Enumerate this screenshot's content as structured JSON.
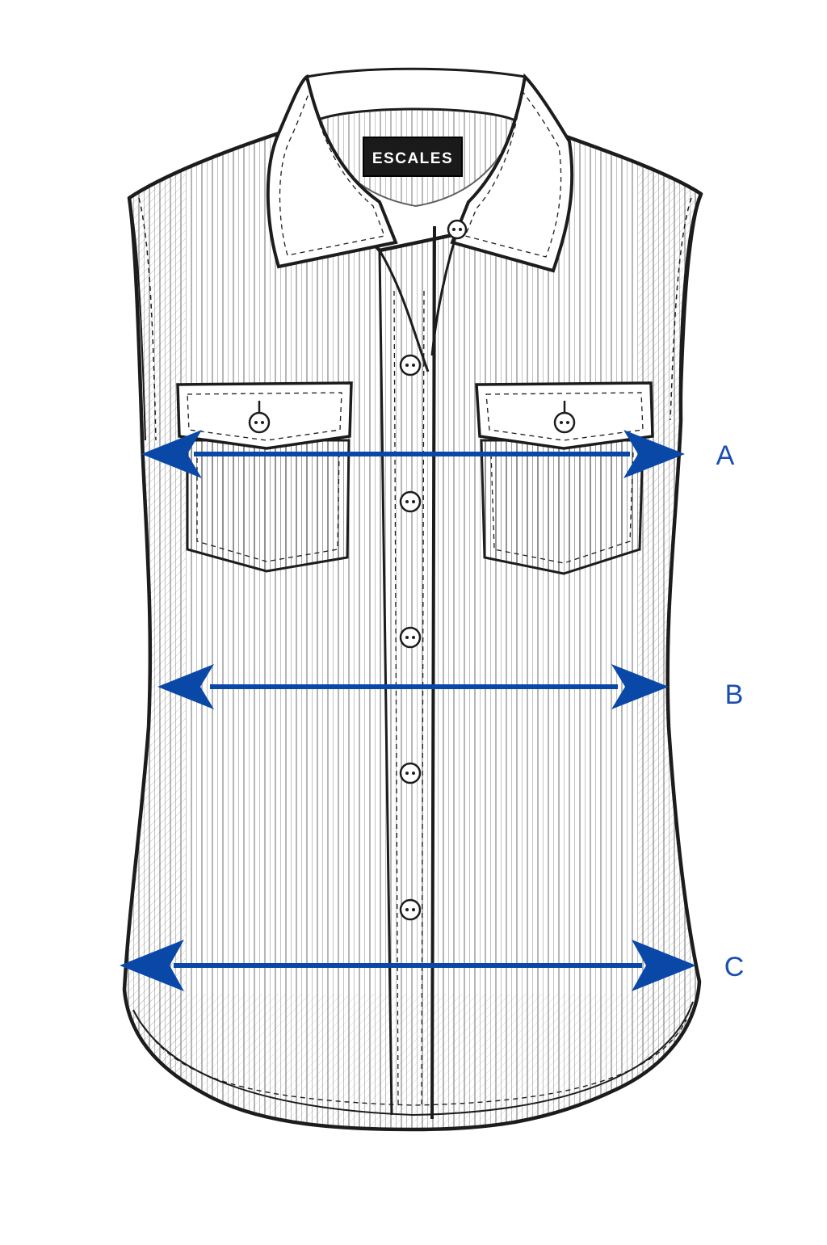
{
  "garment": {
    "brand_label": "ESCALES"
  },
  "measurements": [
    {
      "id": "A",
      "label": "A"
    },
    {
      "id": "B",
      "label": "B"
    },
    {
      "id": "C",
      "label": "C"
    }
  ],
  "colors": {
    "arrow": "#0a48a8",
    "outline": "#1c1c1c",
    "stripe": "#5a5a5a",
    "label_bg": "#1a1a1a"
  }
}
